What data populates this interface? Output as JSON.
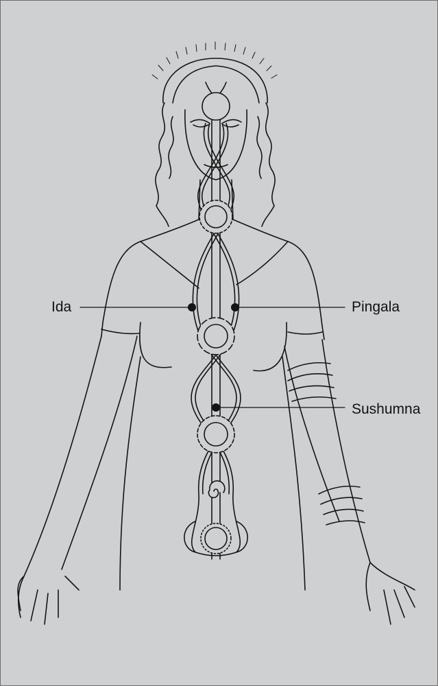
{
  "title": "Nadis: Ida, Pingala and Sushumna",
  "labels": {
    "ida": "Ida",
    "pingala": "Pingala",
    "sushumna": "Sushumna"
  },
  "colors": {
    "background": "#cfd0d2",
    "ink": "#111111"
  }
}
